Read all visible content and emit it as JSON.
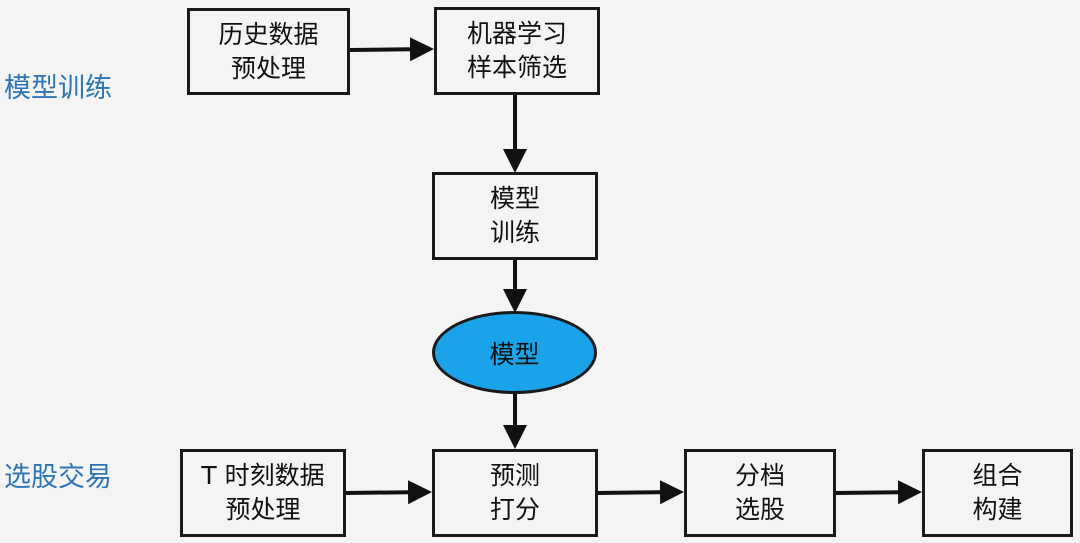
{
  "sections": {
    "training": "模型训练",
    "trading": "选股交易"
  },
  "nodes": {
    "history_preprocess": [
      "历史数据",
      "预处理"
    ],
    "sample_select": [
      "机器学习",
      "样本筛选"
    ],
    "model_train": [
      "模型",
      "训练"
    ],
    "model": "模型",
    "t_preprocess": [
      "T 时刻数据",
      "预处理"
    ],
    "predict_score": [
      "预测",
      "打分"
    ],
    "grade_select": [
      "分档",
      "选股"
    ],
    "portfolio_build": [
      "组合",
      "构建"
    ]
  },
  "colors": {
    "model_fill": "#1aa3e8",
    "section_label": "#2e75b6"
  }
}
